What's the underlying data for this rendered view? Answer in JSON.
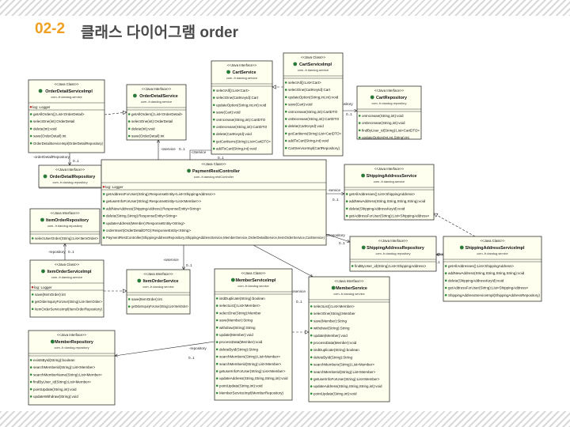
{
  "title": {
    "number": "02-2",
    "text": "클래스 다이어그램 order"
  },
  "labels": {
    "stereo_class": "<<Java Class>>",
    "stereo_interface": "<<Java Interface>>",
    "log": "log: Logger"
  },
  "classes": [
    {
      "id": "orderDetailServiceImpl",
      "kind": "class",
      "name": "OrderDetailServiceImpl",
      "pkg": "com.-fr.dandog.service",
      "hasLog": true,
      "ops": [
        "getAllOrders():List<OrderDetail>",
        "selectOne(int):OrderDetail",
        "delete(int):void",
        "save(OrderDetail):int",
        "OrderDetailServiceImpl(OrderDetailRepository)"
      ]
    },
    {
      "id": "orderDetailService",
      "kind": "interface",
      "name": "OrderDetailService",
      "pkg": "com.-fr.dandog.service",
      "hasLog": false,
      "ops": [
        "getAllOrders():List<OrderDetail>",
        "selectOne(int):OrderDetail",
        "delete(int):void",
        "save(OrderDetail):int"
      ]
    },
    {
      "id": "cartService",
      "kind": "interface",
      "name": "CartService",
      "pkg": "com.-fr.dandog.service",
      "hasLog": false,
      "ops": [
        "selectAll():List<Cart>",
        "selectOne(CartKeyId):Cart",
        "updateOption(String,int,int):void",
        "save(Cart):void",
        "onIncrease(String,int):CartDTO",
        "onDecrease(String,int):CartDTO",
        "delete(CartKeyId):void",
        "getCartItems(String):List<CartDTO>",
        "addToCart(String,int):void"
      ]
    },
    {
      "id": "cartServiceImpl",
      "kind": "class",
      "name": "CartServiceImpl",
      "pkg": "com.-fr.dandog.service",
      "hasLog": false,
      "ops": [
        "selectAll():List<Cart>",
        "selectOne(CartKeyId):Cart",
        "updateOption(String,int,int):void",
        "save(Cart):void",
        "onIncrease(String,int):CartDTO",
        "onDecrease(String,int):CartDTO",
        "delete(CartKeyId):void",
        "getCartItems(String):List<CartDTO>",
        "addToCart(String,int):void",
        "CartServiceImpl(CartRepository)"
      ]
    },
    {
      "id": "cartRepository",
      "kind": "interface",
      "name": "CartRepository",
      "pkg": "com.-fr.dandog.repository",
      "hasLog": false,
      "ops": [
        "onIncrease(String,int):void",
        "onDecrease(String,int):void",
        "findByUser_id(String):List<CartDTO>",
        "updateOption(int,int,String):int"
      ]
    },
    {
      "id": "orderDetailRepository",
      "kind": "interface",
      "name": "OrderDetailRepository",
      "pkg": "com.-fr.dandog.repository",
      "hasLog": false,
      "ops": []
    },
    {
      "id": "paymentRestController",
      "kind": "class",
      "name": "PaymentRestController",
      "pkg": "com.-fr.dandog.restController",
      "hasLog": true,
      "ops": [
        "getAddressForUser(String):ResponseEntity<List<ShippingAddress>>",
        "getuserInfoForUser(String):ResponseEntity<List<Member>>",
        "addNewAddress(ShippingAddress):ResponseEntity<String>",
        "delete(String,String):ResponseEntity<String>",
        "updateAddress(Member):ResponseEntity<String>",
        "orderInsert(OrderDetailDTO):ResponseEntity<String>",
        "PaymentRestController(ShippingAddressRepository,ShippingAddressService,MemberService,OrderDetailService,ItemOrderService,CartService)"
      ]
    },
    {
      "id": "shippingAddressService",
      "kind": "interface",
      "name": "ShippingAddressService",
      "pkg": "com.-fr.dandog.service",
      "hasLog": false,
      "ops": [
        "getAllAddresses():List<ShippingAddress>",
        "addNewAddress(String,String,String,String):void",
        "delete(ShippingAddressKeyId):void",
        "getAddressForUser(String):List<ShippingAddress>"
      ]
    },
    {
      "id": "itemOrderRepository",
      "kind": "interface",
      "name": "ItemOrderRepository",
      "pkg": "com.-fr.dandog.repository",
      "hasLog": false,
      "ops": [
        "selectUserOrder(String):List<ItemOrder>"
      ]
    },
    {
      "id": "shippingAddressRepository",
      "kind": "interface",
      "name": "ShippingAddressRepository",
      "pkg": "com.-fr.dandog.repository",
      "hasLog": false,
      "ops": [
        "findByUser_id(String):List<ShippingAddress>"
      ]
    },
    {
      "id": "shippingAddressServiceImpl",
      "kind": "class",
      "name": "ShippingAddressServiceImpl",
      "pkg": "com.-fr.dandog.service",
      "hasLog": false,
      "ops": [
        "getAllAddresses():List<ShippingAddress>",
        "addNewAddress(String,String,String,String):void",
        "delete(ShippingAddressKeyId):void",
        "getAddressForUser(String):List<ShippingAddress>",
        "ShippingAddressServiceImpl(ShippingAddressRepository)"
      ]
    },
    {
      "id": "itemOrderServiceImpl",
      "kind": "class",
      "name": "ItemOrderServiceImpl",
      "pkg": "com.-fr.dandog.service",
      "hasLog": true,
      "ops": [
        "save(ItemOrder):int",
        "getOrderInquiryForUser(String):List<ItemOrder>",
        "ItemOrderServiceImpl(ItemOrderRepository)"
      ]
    },
    {
      "id": "itemOrderService",
      "kind": "interface",
      "name": "ItemOrderService",
      "pkg": "com.-fr.dandog.service",
      "hasLog": false,
      "ops": [
        "save(ItemOrder):int",
        "getOrderInquiryForUser(String):List<ItemOrder>"
      ]
    },
    {
      "id": "memberServiceImpl",
      "kind": "class",
      "name": "MemberServiceImpl",
      "pkg": "com.-fr.dandog.service",
      "hasLog": false,
      "ops": [
        "isIdDuplicate(String):boolean",
        "selectList():List<Member>",
        "selectOne(String):Member",
        "save(Member):String",
        "withdraw(String):String",
        "update(Member):void",
        "processData(Member):void",
        "deleteById(String):String",
        "searchMembers(String):List<Member>",
        "searchMemberid(String):List<Member>",
        "getuserInfoForUser(String):List<Member>",
        "updateAddress(String,String,String,int):void",
        "pointUpdate(String,int):void",
        "MemberServiceImpl(MemberRepository)"
      ]
    },
    {
      "id": "memberService",
      "kind": "interface",
      "name": "MemberService",
      "pkg": "com.-fr.dandog.service",
      "hasLog": false,
      "ops": [
        "selectList():List<Member>",
        "selectOne(String):Member",
        "save(Member):String",
        "withdraw(String):String",
        "update(Member):void",
        "processData(Member):void",
        "isIdDuplicate(String):boolean",
        "deleteById(String):String",
        "searchMembers(String):List<Member>",
        "searchMemberid(String):List<Member>",
        "getuserInfoForUser(String):List<Member>",
        "updateAddress(String,String,String,int):void",
        "pointUpdate(String,int):void"
      ]
    },
    {
      "id": "memberRepository",
      "kind": "interface",
      "name": "MemberRepository",
      "pkg": "com.-fr.dandog.repository",
      "hasLog": false,
      "ops": [
        "existsById(String):boolean",
        "searchMemberid(String):List<Member>",
        "searchMemberName(String):List<Member>",
        "findByUser_id(String):List<Member>",
        "pointUpdate(String,int):void",
        "updateWithdraw(String):void"
      ]
    }
  ],
  "relations": [
    {
      "from": "orderDetailServiceImpl",
      "to": "orderDetailService",
      "type": "realization"
    },
    {
      "from": "orderDetailServiceImpl",
      "to": "orderDetailRepository",
      "type": "association",
      "label": "-orderDetailRepository",
      "mult": "0..1"
    },
    {
      "from": "cartServiceImpl",
      "to": "cartService",
      "type": "realization"
    },
    {
      "from": "cartServiceImpl",
      "to": "cartRepository",
      "type": "association",
      "label": "-repository",
      "mult": "0..1"
    },
    {
      "from": "paymentRestController",
      "to": "orderDetailService",
      "type": "association",
      "label": "-oservice",
      "mult": "0..1"
    },
    {
      "from": "paymentRestController",
      "to": "cartService",
      "type": "association",
      "label": "-cService",
      "mult": "0..1"
    },
    {
      "from": "paymentRestController",
      "to": "shippingAddressService",
      "type": "association",
      "label": "-service",
      "mult": "0..1"
    },
    {
      "from": "paymentRestController",
      "to": "shippingAddressRepository",
      "type": "association",
      "label": "-addressRepository",
      "mult": "0..1"
    },
    {
      "from": "paymentRestController",
      "to": "itemOrderService",
      "type": "association",
      "label": "-ioservice",
      "mult": "0..1"
    },
    {
      "from": "paymentRestController",
      "to": "memberService",
      "type": "association",
      "label": "-mservice",
      "mult": "0..1"
    },
    {
      "from": "shippingAddressServiceImpl",
      "to": "shippingAddressService",
      "type": "realization"
    },
    {
      "from": "shippingAddressServiceImpl",
      "to": "shippingAddressRepository",
      "type": "association",
      "label": "-repository",
      "mult": "0..1"
    },
    {
      "from": "itemOrderServiceImpl",
      "to": "itemOrderRepository",
      "type": "association",
      "label": "-repository",
      "mult": "0..1"
    },
    {
      "from": "itemOrderServiceImpl",
      "to": "itemOrderService",
      "type": "realization"
    },
    {
      "from": "memberServiceImpl",
      "to": "memberService",
      "type": "realization"
    },
    {
      "from": "memberServiceImpl",
      "to": "memberRepository",
      "type": "association",
      "label": "-repository",
      "mult": "0..1"
    }
  ]
}
